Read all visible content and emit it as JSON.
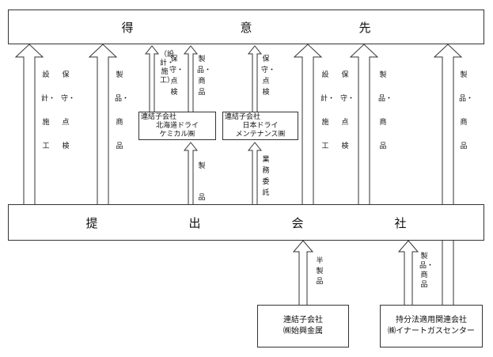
{
  "top_box": {
    "label": "得　意　先"
  },
  "bottom_box": {
    "label": "提　出　会　社"
  },
  "sub_boxes": {
    "hokkaido": {
      "line1": "連結子会社",
      "line2": "北海道ドライ",
      "line3": "ケミカル㈱"
    },
    "nihon": {
      "line1": "連結子会社",
      "line2": "日本ドライ",
      "line3": "メンテナンス㈱"
    },
    "shiko": {
      "line1": "連結子会社",
      "line2": "㈱始興金属"
    },
    "inert": {
      "line1": "持分法適用関連会社",
      "line2": "㈱イナートガスセンター"
    }
  },
  "labels": {
    "sekkei_seko_1": "設計・施工",
    "hoshu_tenken_1": "保守・点検",
    "seihin_shohin_1": "製品・商品",
    "hokkaido_up_left": "（設計・施工）",
    "hokkaido_down": "保守・点検",
    "hokkaido_up_right": "製品・商品",
    "hokkaido_seihin": "製品",
    "nihon_hoshu": "保守・点検",
    "nihon_gyomu": "業務委託",
    "sekkei_seko_2": "設計・施工",
    "hoshu_tenken_2": "保守・点検",
    "seihin_shohin_2": "製品・商品",
    "seihin_shohin_3": "製品・商品",
    "han_seihin": "半製品",
    "inert_seihin": "製品・商品"
  }
}
